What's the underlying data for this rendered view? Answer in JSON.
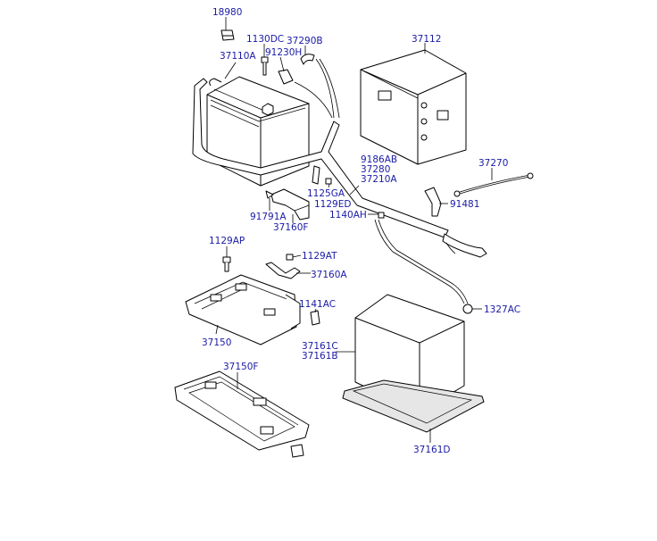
{
  "parts": {
    "p18980": "18980",
    "p1130DC": "1130DC",
    "p37290B": "37290B",
    "p91230H": "91230H",
    "p37110A": "37110A",
    "p37112": "37112",
    "p9186AB": "9186AB",
    "p37280": "37280",
    "p37210A": "37210A",
    "p37270": "37270",
    "p1125GA": "1125GA",
    "p1129ED": "1129ED",
    "p91481": "91481",
    "p91791A": "91791A",
    "p1140AH": "1140AH",
    "p37160F": "37160F",
    "p1129AP": "1129AP",
    "p1129AT": "1129AT",
    "p37160A": "37160A",
    "p1141AC": "1141AC",
    "p1327AC": "1327AC",
    "p37150": "37150",
    "p37161C": "37161C",
    "p37161B": "37161B",
    "p37150F": "37150F",
    "p37161D": "37161D"
  }
}
